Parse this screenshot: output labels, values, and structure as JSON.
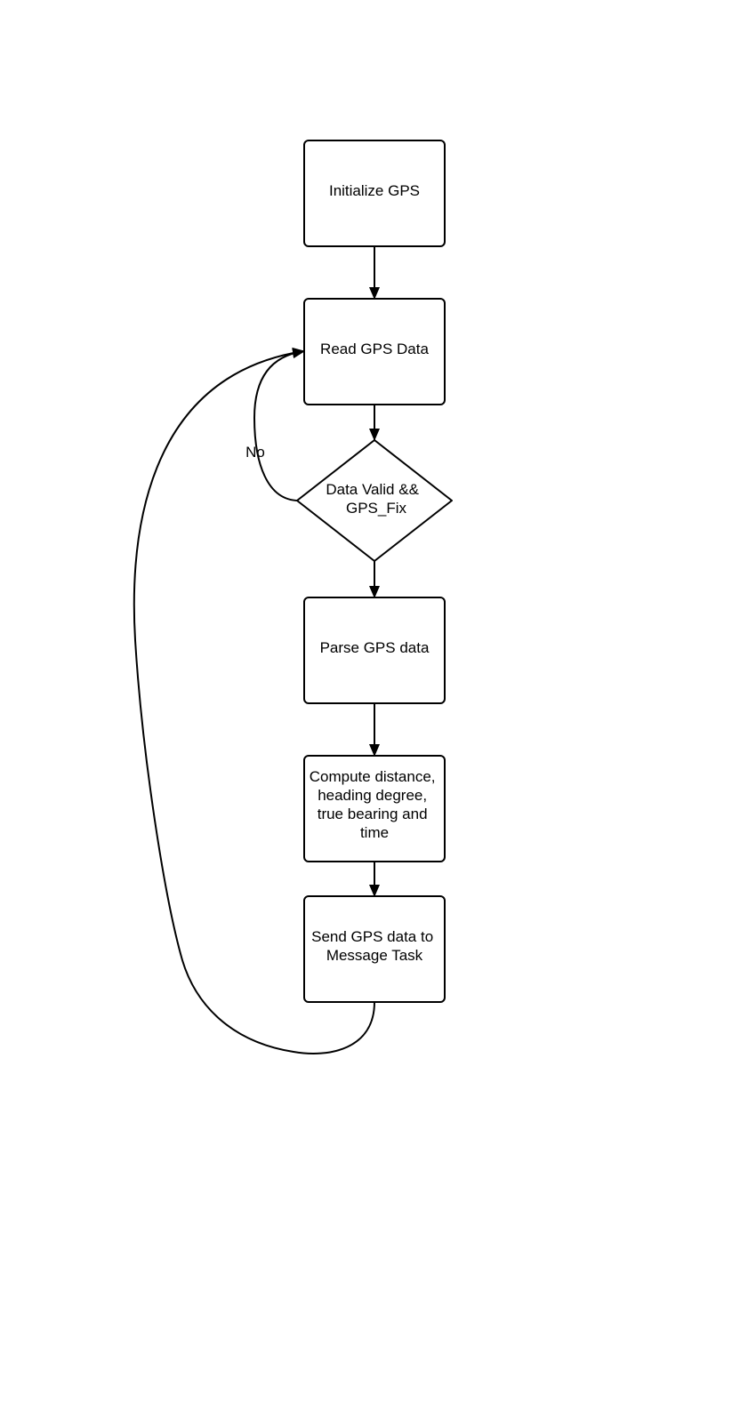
{
  "diagram": {
    "nodes": [
      {
        "id": "init",
        "shape": "process",
        "lines": [
          "Initialize GPS"
        ]
      },
      {
        "id": "read",
        "shape": "process",
        "lines": [
          "Read GPS Data"
        ]
      },
      {
        "id": "valid",
        "shape": "decision",
        "lines": [
          "Data Valid &&",
          "GPS_Fix"
        ]
      },
      {
        "id": "parse",
        "shape": "process",
        "lines": [
          "Parse GPS data"
        ]
      },
      {
        "id": "compute",
        "shape": "process",
        "lines": [
          "Compute distance,",
          "heading degree,",
          "true bearing and",
          "time"
        ]
      },
      {
        "id": "send",
        "shape": "process",
        "lines": [
          "Send GPS data to",
          "Message Task"
        ]
      }
    ],
    "edges": [
      {
        "from": "init",
        "to": "read",
        "label": ""
      },
      {
        "from": "read",
        "to": "valid",
        "label": ""
      },
      {
        "from": "valid",
        "to": "read",
        "label": "No"
      },
      {
        "from": "valid",
        "to": "parse",
        "label": ""
      },
      {
        "from": "parse",
        "to": "compute",
        "label": ""
      },
      {
        "from": "compute",
        "to": "send",
        "label": ""
      },
      {
        "from": "send",
        "to": "read",
        "label": ""
      }
    ]
  }
}
